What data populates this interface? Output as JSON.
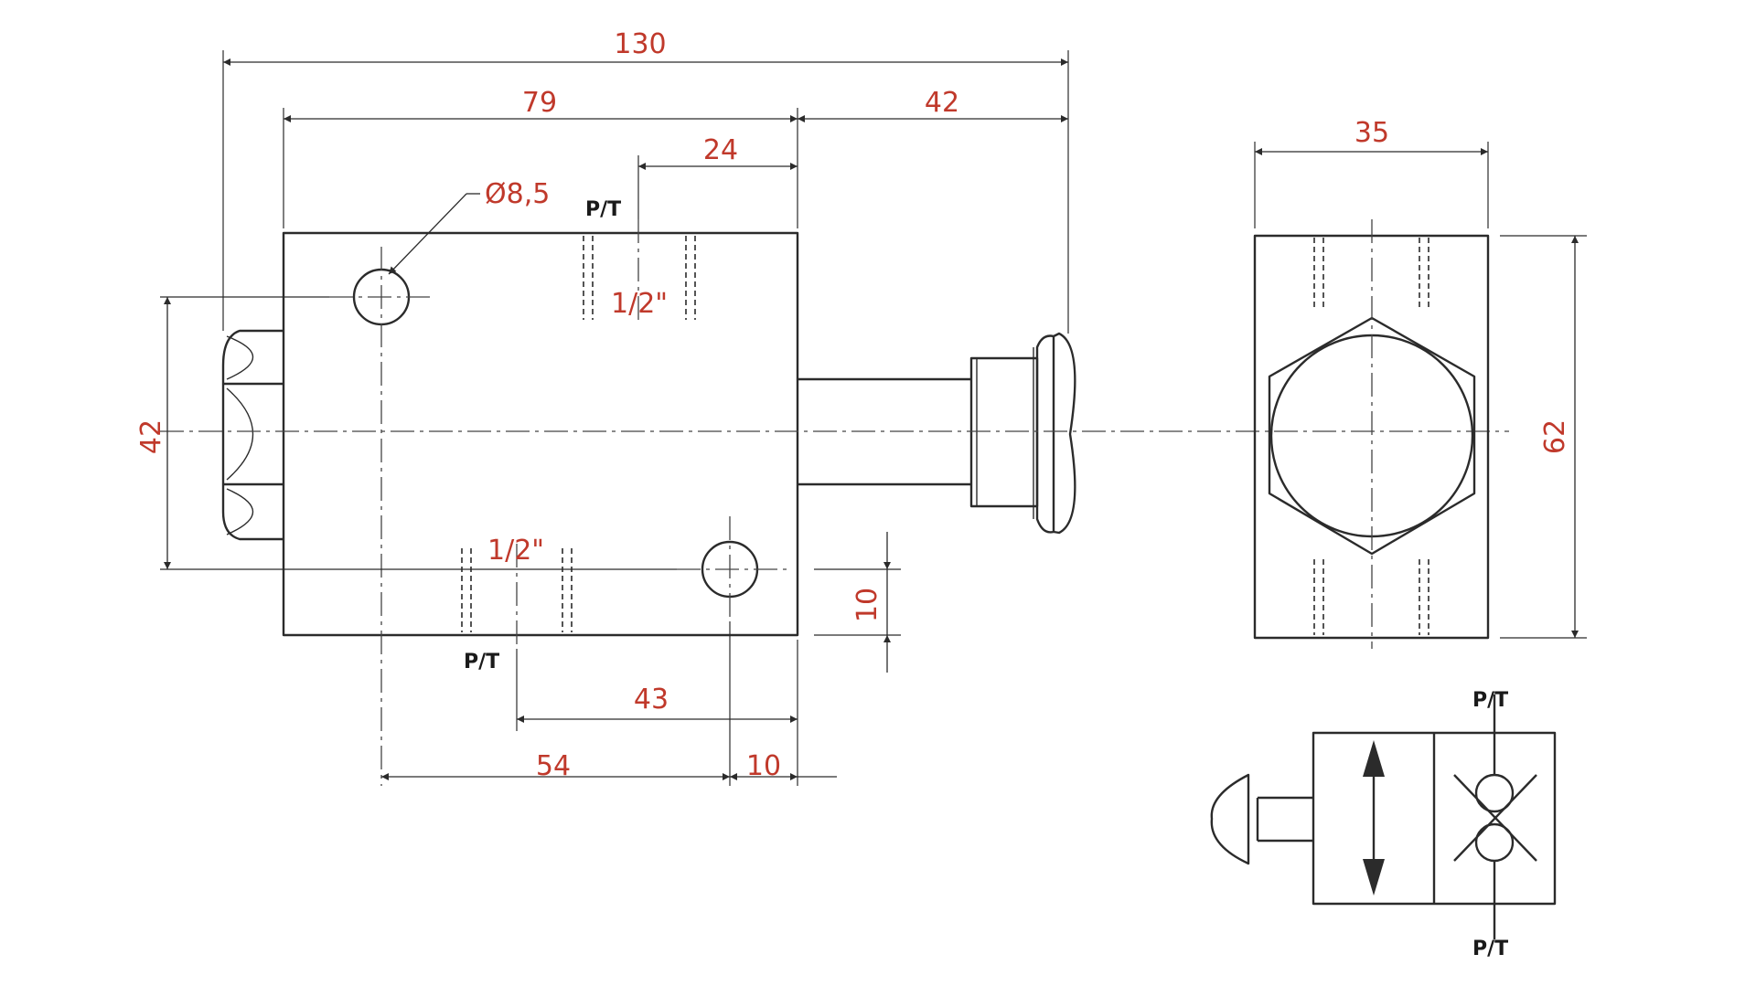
{
  "dimensions": {
    "overall_length": "130",
    "body_length": "79",
    "stem_length": "42",
    "port_offset_top": "24",
    "body_height": "42",
    "mount_hole": "Ø8,5",
    "port_thread_top": "1/2\"",
    "port_thread_bottom": "1/2\"",
    "hole_offset_edge": "10",
    "port_offset_bottom": "43",
    "hole_spacing": "54",
    "hole_offset_end": "10",
    "side_width": "35",
    "side_height": "62"
  },
  "labels": {
    "port_top_front": "P/T",
    "port_bottom_front": "P/T",
    "symbol_port_top": "P/T",
    "symbol_port_bottom": "P/T"
  },
  "colors": {
    "dimension_text": "#c0392b",
    "lines": "#2b2b2b"
  }
}
